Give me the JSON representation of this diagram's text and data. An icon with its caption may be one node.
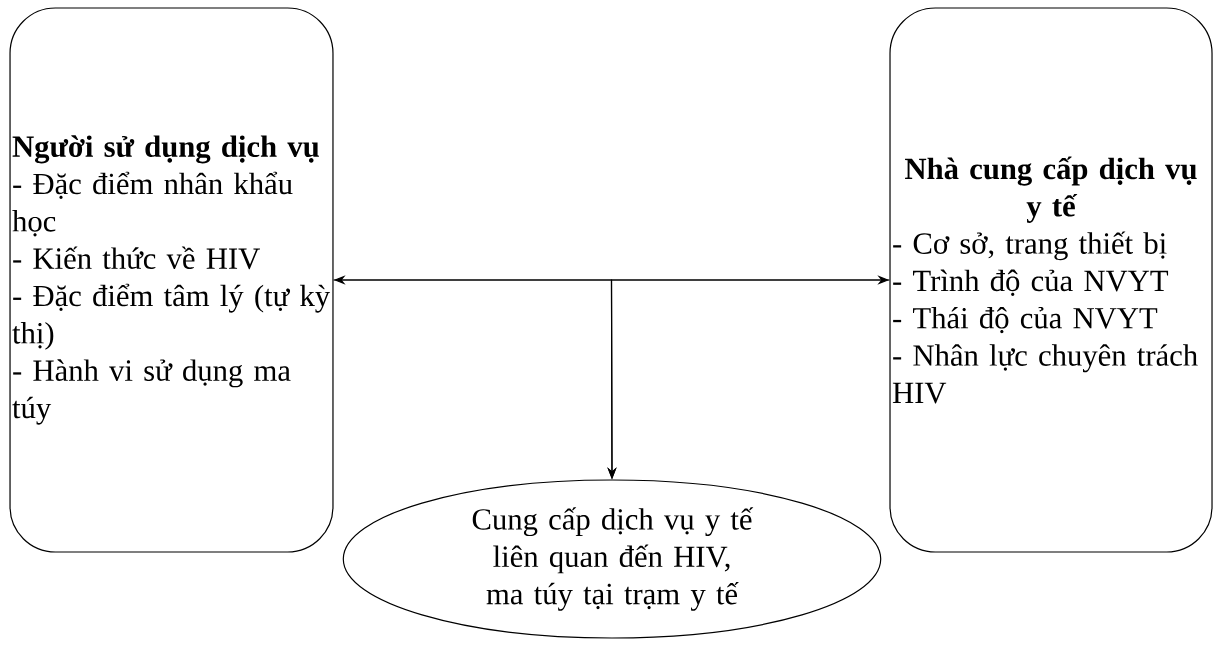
{
  "diagram": {
    "nodes": [
      {
        "text": [
          "Người sử dụng dịch vụ",
          "- Đặc điểm nhân khẩu học",
          "- Kiến thức về HIV",
          "- Đặc điểm tâm lý (tự kỳ thị)",
          "- Hành vi sử dụng ma túy"
        ]
      },
      {
        "text": [
          "Nhà cung cấp dịch vụ y tế",
          "- Cơ sở, trang thiết bị",
          "- Trình độ của NVYT",
          "- Thái độ của NVYT",
          "- Nhân lực chuyên trách HIV"
        ]
      },
      {
        "text": [
          "Cung cấp dịch vụ y tế liên quan đến HIV, ma túy tại trạm y tế"
        ]
      }
    ],
    "edges": [
      {
        "from": 0,
        "to": 1,
        "arrow": "both"
      },
      {
        "from": 0,
        "to": 2,
        "arrow": "to"
      },
      {
        "from": 1,
        "to": 2,
        "arrow": "to"
      }
    ]
  }
}
